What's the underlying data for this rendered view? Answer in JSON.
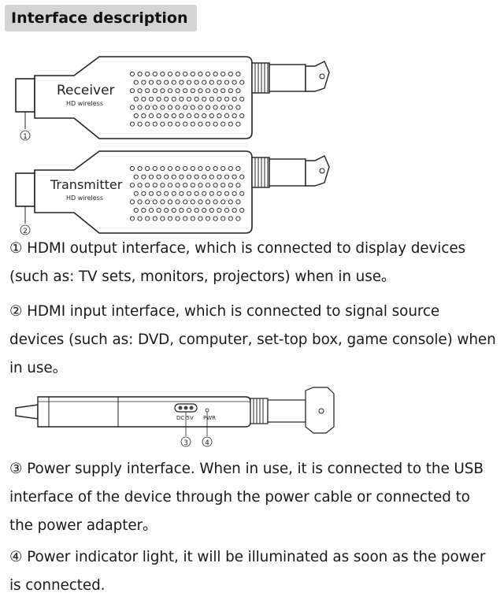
{
  "header": {
    "title": "Interface description"
  },
  "devices": [
    {
      "label": "Receiver",
      "sublabel": "HD wireless",
      "callout": "①"
    },
    {
      "label": "Transmitter",
      "sublabel": "HD wireless",
      "callout": "②"
    }
  ],
  "side_view": {
    "port_label": "DC 5V",
    "indicator_label": "PWR",
    "callouts": [
      "③",
      "④"
    ]
  },
  "descriptions": {
    "item1": "① HDMI output interface, which is connected to display devices (such as: TV sets, monitors, projectors) when in use。",
    "item2": "② HDMI input interface, which is connected to signal source devices (such as: DVD, computer, set-top box, game console) when in use。",
    "item3": "③ Power supply interface. When in use, it is connected to the USB interface of the device through the power cable or connected to the power adapter。",
    "item4": "④ Power indicator light, it will be illuminated as soon as the power is connected."
  }
}
